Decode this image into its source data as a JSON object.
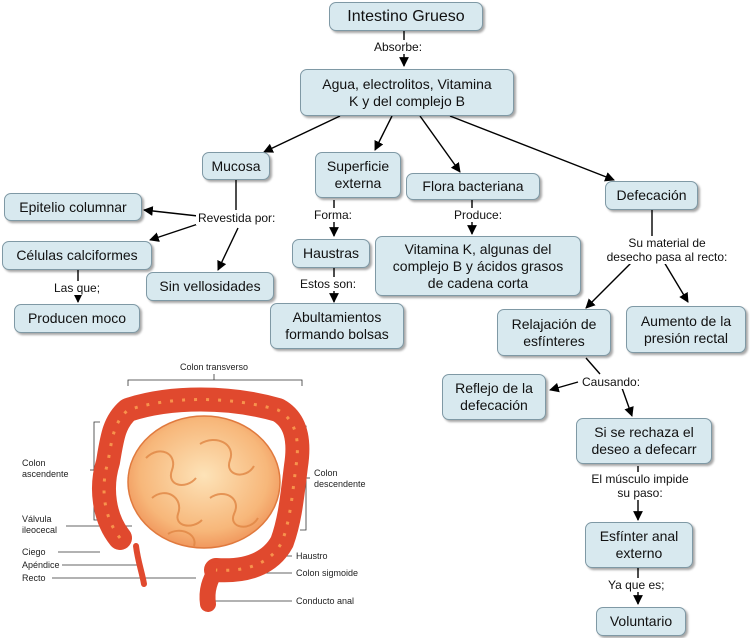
{
  "nodes": {
    "intestino": "Intestino Grueso",
    "agua": "Agua, electrolitos, Vitamina\nK y del complejo B",
    "mucosa": "Mucosa",
    "superficie": "Superficie\nexterna",
    "flora": "Flora bacteriana",
    "defecacion": "Defecación",
    "epitelio": "Epitelio columnar",
    "calciformes": "Células calciformes",
    "vellosidades": "Sin vellosidades",
    "moco": "Producen moco",
    "haustras": "Haustras",
    "abultamientos": "Abultamientos\nformando bolsas",
    "vitamina": "Vitamina K, algunas del\ncomplejo B y ácidos grasos\nde cadena corta",
    "relajacion": "Relajación de\nesfínteres",
    "aumento": "Aumento de la\npresión rectal",
    "reflejo": "Reflejo de la\ndefecación",
    "rechaza": "Si se rechaza el\ndeseo a defecarr",
    "esfinter": "Esfínter anal\nexterno",
    "voluntario": "Voluntario"
  },
  "links": {
    "absorbe": "Absorbe:",
    "revestida": "Revestida por:",
    "lasque": "Las que;",
    "forma": "Forma:",
    "estos": "Estos son:",
    "produce": "Produce:",
    "material": "Su material de\ndesecho pasa al recto:",
    "causando": "Causando:",
    "musculo": "El músculo impide\nsu paso:",
    "yaque": "Ya que es;"
  },
  "anatomy": {
    "colon_transverso": "Colon transverso",
    "colon_ascendente": "Colon\nascendente",
    "valvula": "Válvula\nileocecal",
    "ciego": "Ciego",
    "apendice": "Apéndice",
    "recto": "Recto",
    "colon_descendente": "Colon\ndescendente",
    "haustro": "Haustro",
    "colon_sigmoide": "Colon sigmoide",
    "conducto_anal": "Conducto anal"
  }
}
